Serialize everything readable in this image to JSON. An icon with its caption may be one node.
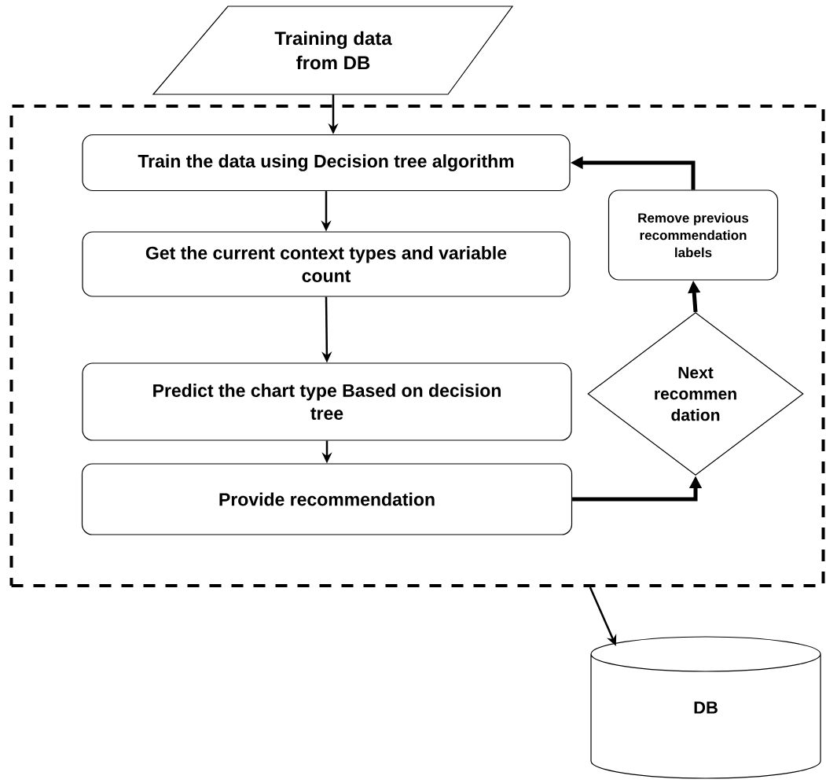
{
  "diagram": {
    "nodes": [
      {
        "text": [
          "Training data from DB"
        ]
      },
      {
        "text": [],
        "shape": "box"
      },
      {
        "text": [
          "Train the data using Decision tree algorithm"
        ],
        "in": 1
      },
      {
        "text": [
          "Get the current context types and variable count"
        ],
        "in": 1
      },
      {
        "text": [
          "Predict the chart type Based on decision tree"
        ],
        "in": 1
      },
      {
        "text": [
          "Provide recommendation"
        ],
        "in": 1
      },
      {
        "text": [
          "Remove previous recommendation labels"
        ],
        "in": 1
      },
      {
        "text": [
          "Next recommen dation"
        ],
        "in": 1
      },
      {
        "text": [
          "DB"
        ]
      }
    ],
    "edges": [
      {
        "from": 0,
        "to": 2,
        "arrow": "to"
      },
      {
        "from": 2,
        "to": 3,
        "arrow": "to"
      },
      {
        "from": 3,
        "to": 4,
        "arrow": "to"
      },
      {
        "from": 4,
        "to": 5,
        "arrow": "to"
      },
      {
        "from": 5,
        "to": 7,
        "arrow": "to",
        "style": "thick"
      },
      {
        "from": 7,
        "to": 6,
        "arrow": "to",
        "style": "thick"
      },
      {
        "from": 6,
        "to": 2,
        "arrow": "to",
        "style": "thick"
      },
      {
        "from": 1,
        "to": 8,
        "arrow": "to"
      }
    ]
  }
}
